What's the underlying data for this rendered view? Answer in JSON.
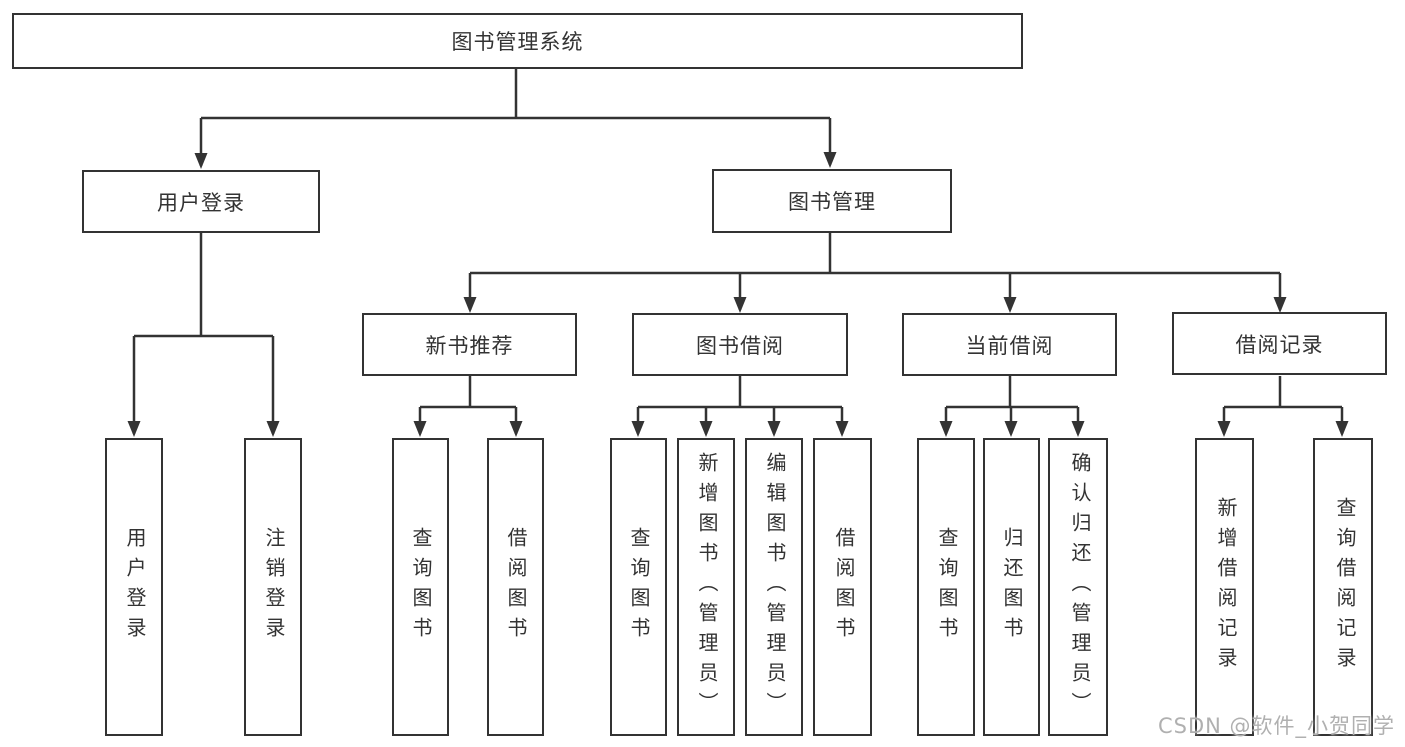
{
  "root": {
    "label": "图书管理系统"
  },
  "user_login": {
    "label": "用户登录",
    "children": {
      "login": {
        "label": "用户登录"
      },
      "logout": {
        "label": "注销登录"
      }
    }
  },
  "book_mgmt": {
    "label": "图书管理",
    "sections": {
      "new_books": {
        "label": "新书推荐",
        "children": {
          "query": {
            "label": "查询图书"
          },
          "borrow": {
            "label": "借阅图书"
          }
        }
      },
      "borrowing": {
        "label": "图书借阅",
        "children": {
          "query": {
            "label": "查询图书"
          },
          "add": {
            "label": "新增图书（管理员）"
          },
          "edit": {
            "label": "编辑图书（管理员）"
          },
          "borrow": {
            "label": "借阅图书"
          }
        }
      },
      "current": {
        "label": "当前借阅",
        "children": {
          "query": {
            "label": "查询图书"
          },
          "return": {
            "label": "归还图书"
          },
          "confirm": {
            "label": "确认归还（管理员）"
          }
        }
      },
      "records": {
        "label": "借阅记录",
        "children": {
          "add": {
            "label": "新增借阅记录"
          },
          "query": {
            "label": "查询借阅记录"
          }
        }
      }
    }
  },
  "watermark": {
    "text": "CSDN @软件_小贺同学"
  },
  "colors": {
    "line": "#333333",
    "text": "#333333",
    "box_background": "#ffffff",
    "page_background": "#ffffff",
    "watermark": "#b0b0b0"
  }
}
